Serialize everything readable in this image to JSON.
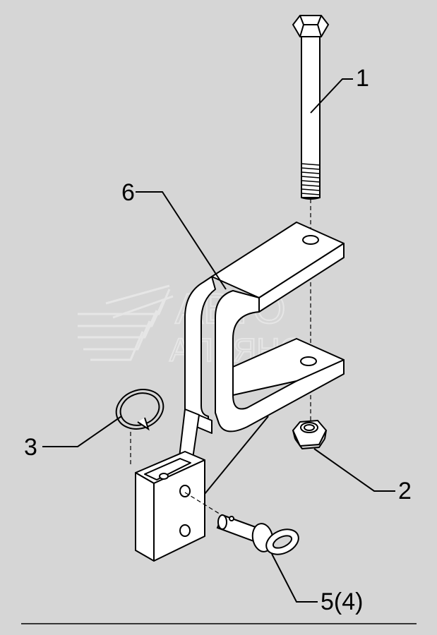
{
  "diagram": {
    "background_color": "#d6d6d6",
    "line_color": "#000000",
    "part_fill": "#ffffff",
    "watermark_color": "#e6e6e6",
    "watermark_lines": [
      "АВТО",
      "АЛЬЯНС"
    ],
    "callouts": {
      "c1": "1",
      "c2": "2",
      "c3": "3",
      "c5": "5(4)",
      "c6": "6"
    }
  }
}
